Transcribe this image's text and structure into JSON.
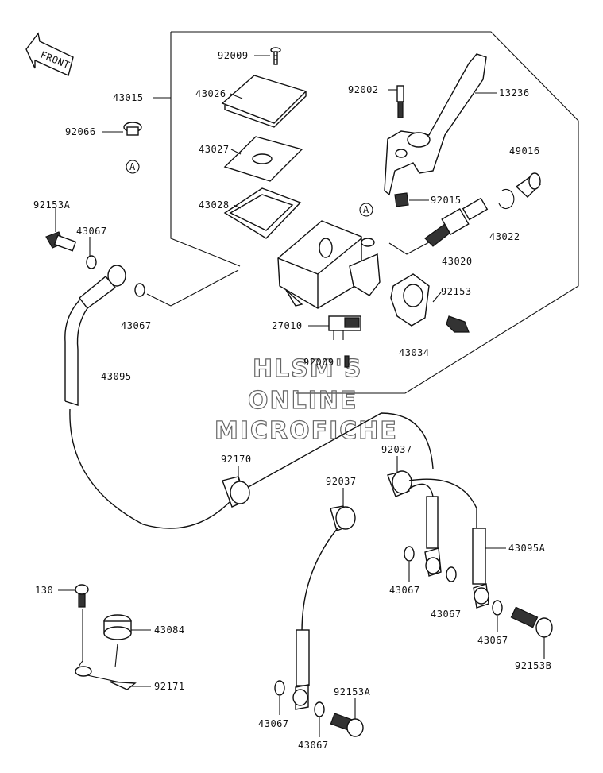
{
  "diagram": {
    "front_label": "FRONT",
    "ref_markers": [
      "A",
      "A"
    ],
    "watermark": [
      "HLSM'S",
      "ONLINE",
      "MICROFICHE"
    ],
    "callouts": {
      "p92009": "92009",
      "p43015": "43015",
      "p43026": "43026",
      "p92066": "92066",
      "p43027": "43027",
      "p43028": "43028",
      "p92153a_top": "92153A",
      "p43067_a": "43067",
      "p43067_b": "43067",
      "p43095": "43095",
      "p92002": "92002",
      "p13236": "13236",
      "p49016": "49016",
      "p92015": "92015",
      "p43022": "43022",
      "p43020": "43020",
      "p92153": "92153",
      "p27010": "27010",
      "p92009_b": "92009",
      "p43034": "43034",
      "p92170": "92170",
      "p92037_a": "92037",
      "p92037_b": "92037",
      "p43095a": "43095A",
      "p43067_c": "43067",
      "p43067_d": "43067",
      "p43067_e": "43067",
      "p130": "130",
      "p43084": "43084",
      "p92153b": "92153B",
      "p92171": "92171",
      "p92153a_bot": "92153A",
      "p43067_f": "43067",
      "p43067_g": "43067"
    }
  }
}
